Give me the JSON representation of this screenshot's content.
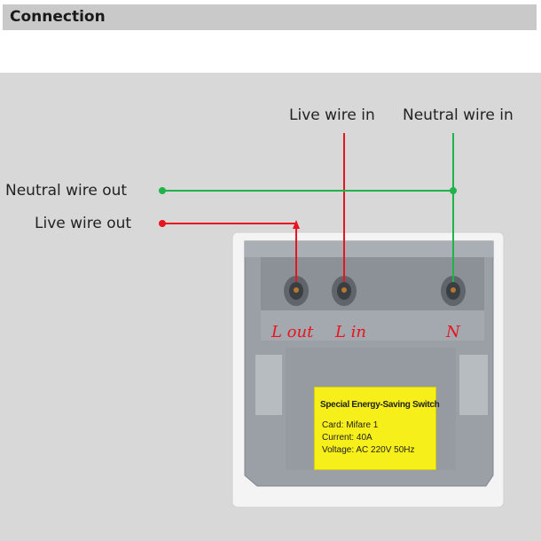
{
  "header": {
    "title": "Connection"
  },
  "labels": {
    "live_in": "Live wire in",
    "neutral_in": "Neutral wire in",
    "neutral_out": "Neutral wire out",
    "live_out": "Live wire out"
  },
  "terminals": {
    "l_out": "L out",
    "l_in": "L in",
    "n": "N"
  },
  "sticker": {
    "title": "Special Energy-Saving Switch",
    "card": "Card: Mifare 1",
    "current": "Current: 40A",
    "voltage": "Voltage: AC 220V 50Hz"
  },
  "colors": {
    "live": "#e8141e",
    "neutral": "#1fb34a",
    "sticker": "#f7ef1a"
  }
}
